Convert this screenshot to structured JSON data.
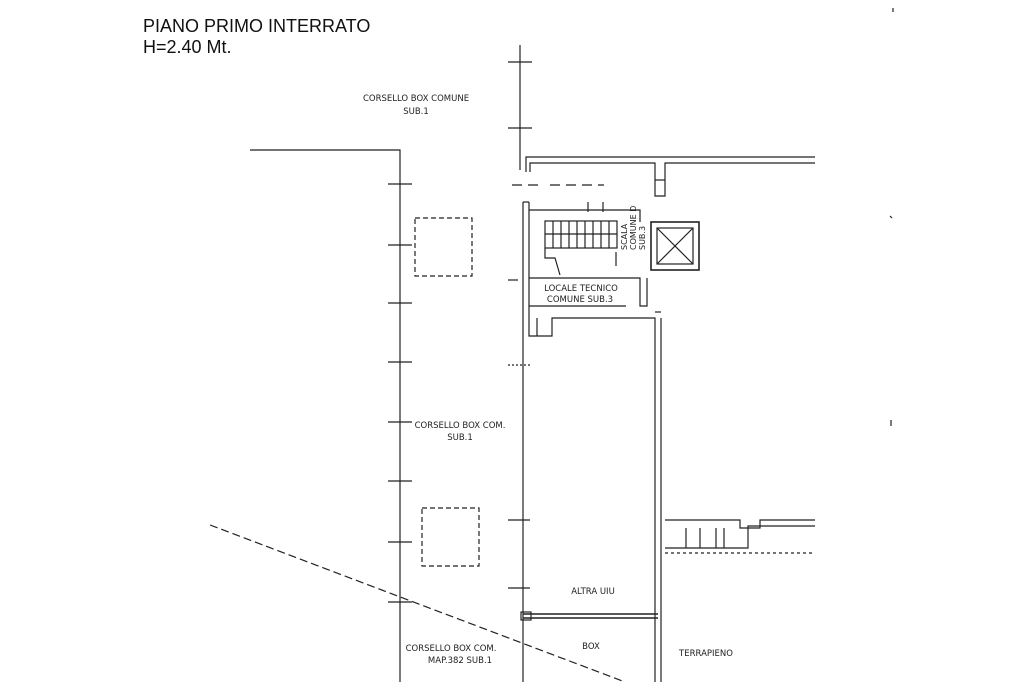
{
  "title": {
    "line1": "PIANO PRIMO INTERRATO",
    "line2": "H=2.40 Mt."
  },
  "labels": {
    "corsello_top": "CORSELLO BOX COMUNE",
    "corsello_top_sub": "SUB.1",
    "scala_1": "SCALA",
    "scala_2": "COMUNE D",
    "scala_3": "SUB.3",
    "locale_1": "LOCALE TECNICO",
    "locale_2": "COMUNE SUB.3",
    "corsello_mid": "CORSELLO BOX COM.",
    "corsello_mid_sub": "SUB.1",
    "altra_uiu": "ALTRA UIU",
    "box": "BOX",
    "terrapieno": "TERRAPIENO",
    "corsello_bottom": "CORSELLO BOX COM.",
    "corsello_bottom_sub": "MAP.382 SUB.1"
  },
  "colors": {
    "ink": "#222222",
    "paper": "#ffffff"
  }
}
